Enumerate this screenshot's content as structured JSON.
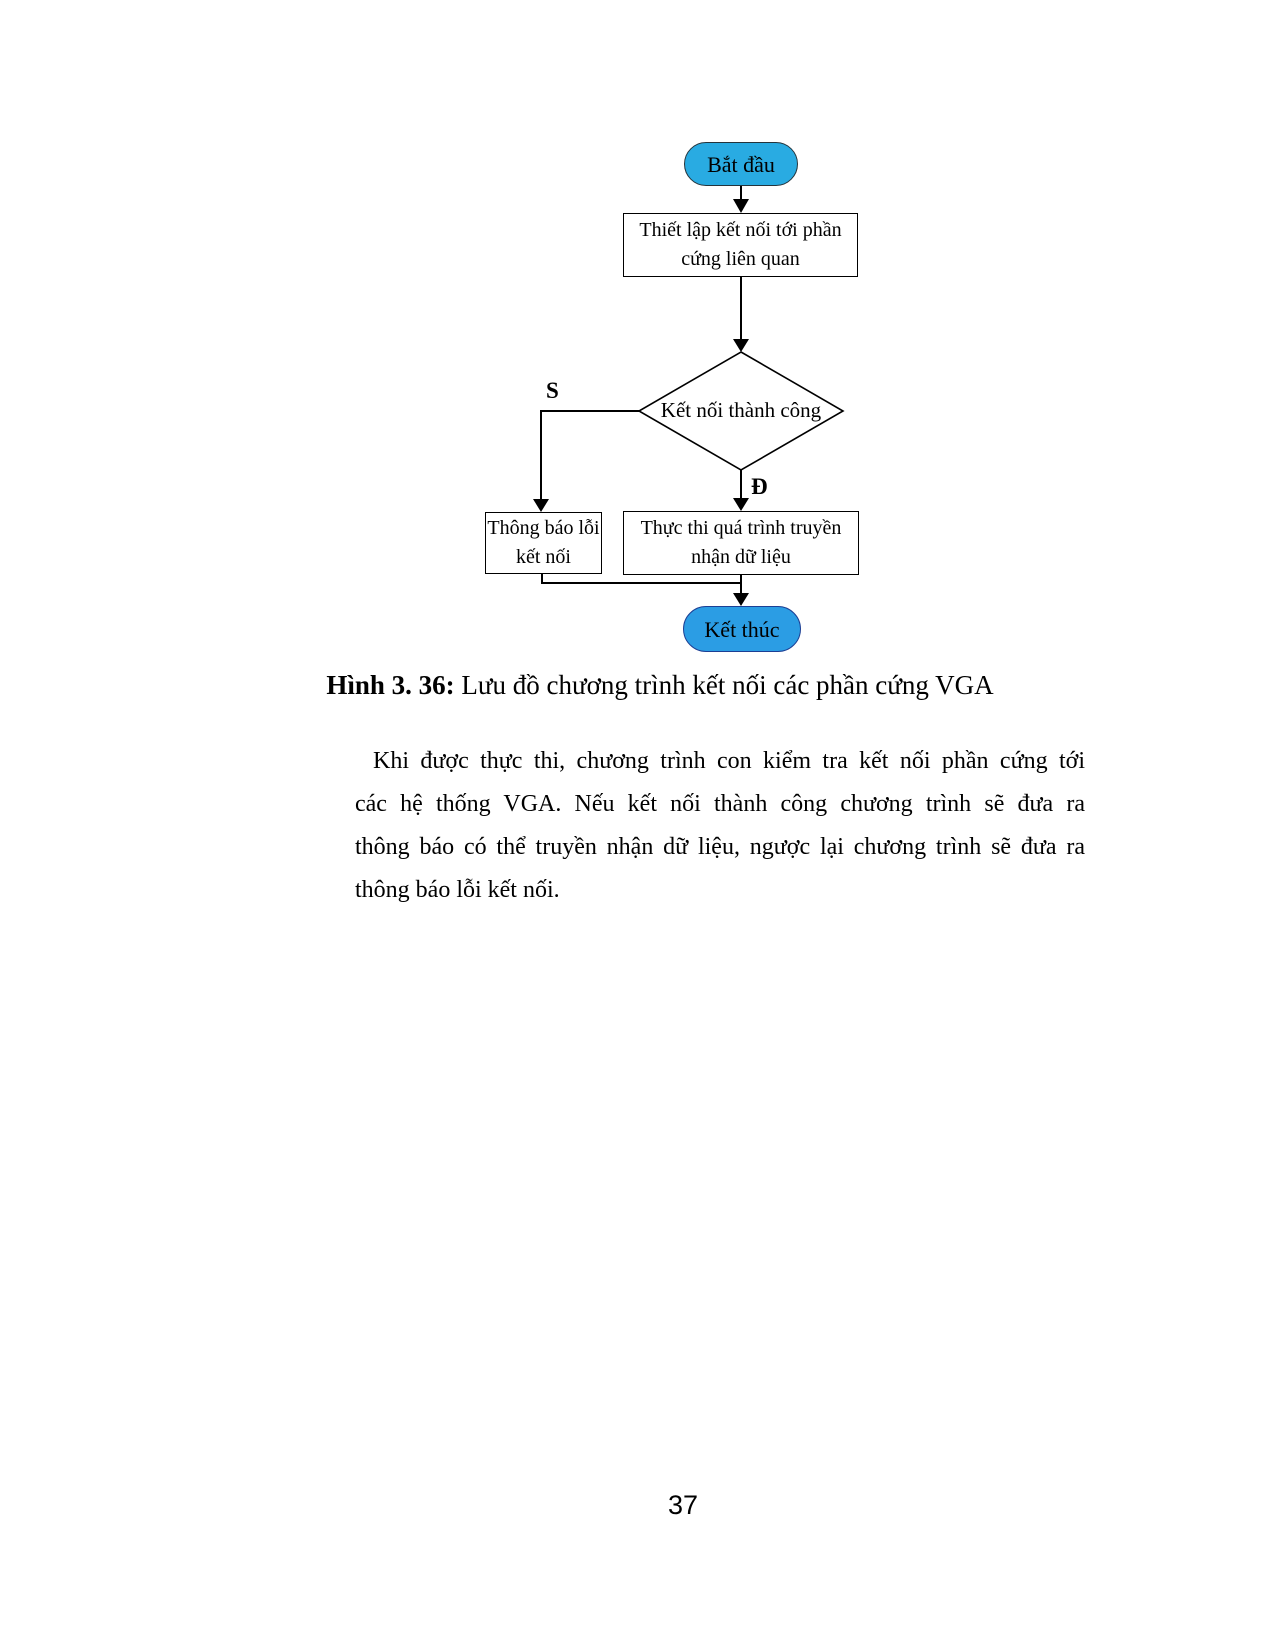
{
  "flowchart": {
    "start_label": "Bắt đầu",
    "step1": {
      "line1": "Thiết lập kết nối tới phần",
      "line2": "cứng liên quan"
    },
    "decision_label": "Kết nối thành công",
    "branch_no": "S",
    "branch_yes": "Đ",
    "error_box": {
      "line1": "Thông báo lỗi",
      "line2": "kết nối"
    },
    "process_box": {
      "line1": "Thực thi quá trình truyền",
      "line2": "nhận dữ liệu"
    },
    "end_label": "Kết thúc",
    "colors": {
      "terminal_start_fill": "#29abe2",
      "terminal_end_fill": "#2b9de4",
      "line": "#000000"
    }
  },
  "caption": {
    "bold": "Hình 3. 36:",
    "text": "Lưu đồ chương trình kết nối các phần cứng VGA"
  },
  "body": {
    "lines": [
      "Khi được thực thi, chương trình con kiểm tra kết nối phần cứng tới",
      "các hệ thống VGA. Nếu kết nối thành công chương trình sẽ đưa ra",
      "thông báo có thể truyền nhận dữ liệu, ngược lại chương trình sẽ đưa ra",
      "thông báo lỗi kết nối."
    ]
  },
  "page_number": "37"
}
